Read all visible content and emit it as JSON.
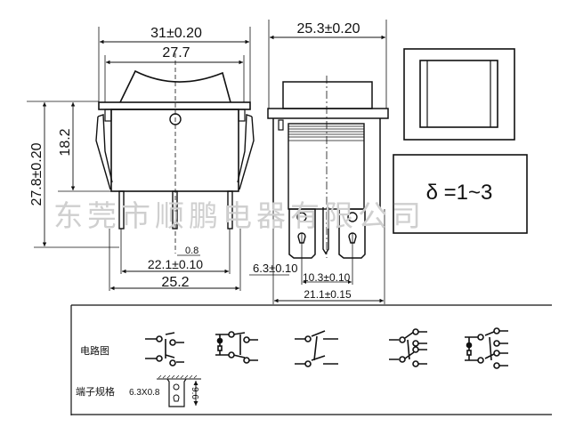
{
  "front_view": {
    "overall_width": "31±0.20",
    "rocker_width": "27.7",
    "overall_height": "27.8±0.20",
    "body_height": "18.2",
    "pin_thickness": "0.8",
    "pin_span": "22.1±0.10",
    "body_width": "25.2"
  },
  "side_view": {
    "overall_width": "25.3±0.20",
    "terminal_width": "6.3±0.10",
    "terminal_pitch": "10.3±0.10",
    "terminal_span": "21.1±0.15"
  },
  "panel_cutout": {
    "tolerance_text": "δ =1~3"
  },
  "watermark": "东莞市顺鹏电器有限公司",
  "spec_table": {
    "circuit_label": "电路图",
    "terminal_label": "端子规格",
    "terminal_size": "6.3X0.8",
    "terminal_length": "9.6"
  }
}
